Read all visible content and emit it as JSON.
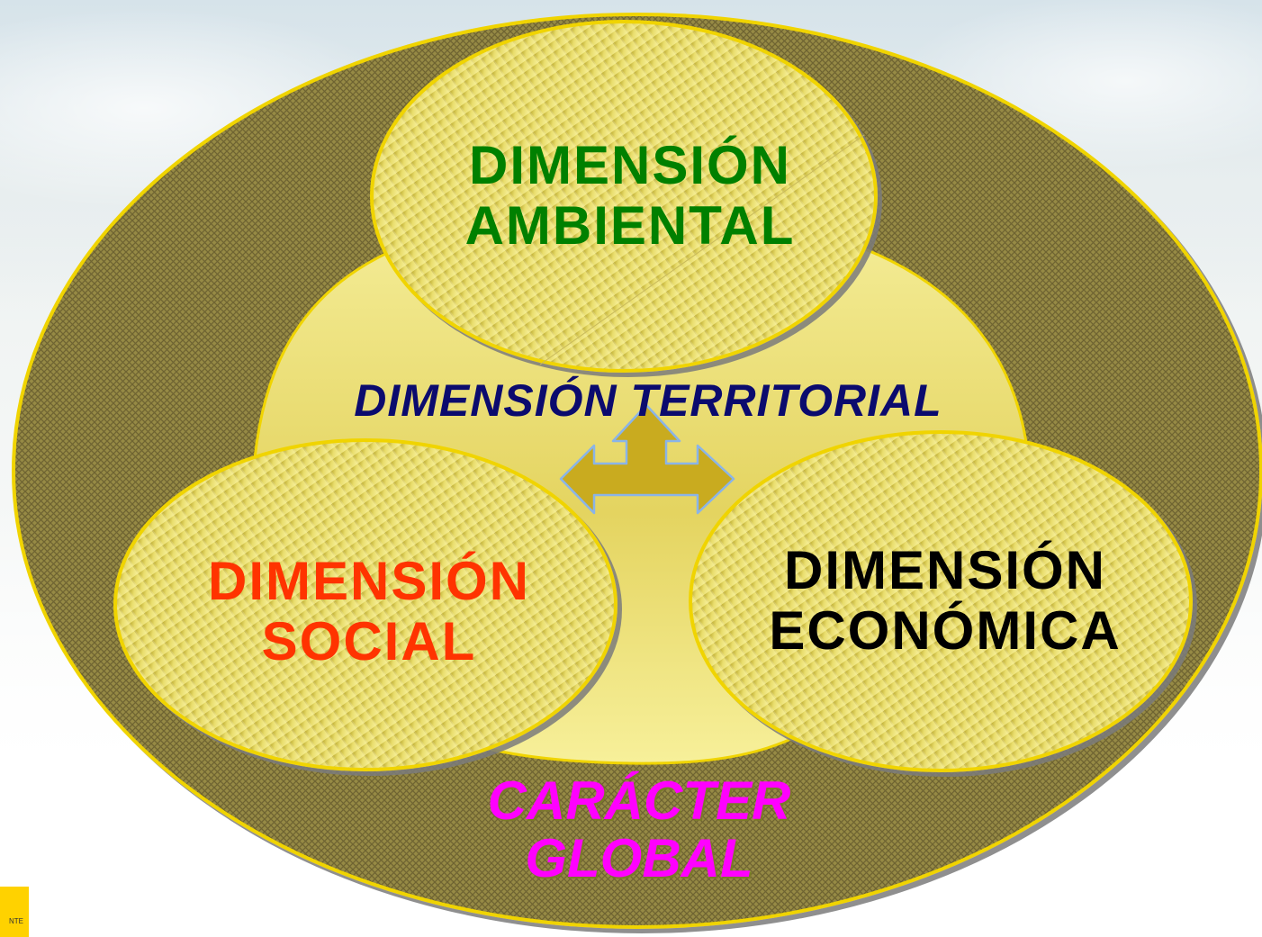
{
  "diagram": {
    "outer": {
      "label_line1": "CARÁCTER",
      "label_line2": "GLOBAL"
    },
    "center": {
      "label": "DIMENSIÓN TERRITORIAL"
    },
    "nodes": {
      "ambiental": {
        "line1": "DIMENSIÓN",
        "line2": "AMBIENTAL"
      },
      "social": {
        "line1": "DIMENSIÓN",
        "line2": "SOCIAL"
      },
      "economica": {
        "line1": "DIMENSIÓN",
        "line2": "ECONÓMICA"
      }
    }
  },
  "logo": {
    "fragment": "NTE"
  },
  "colors": {
    "ambiental_text": "#008000",
    "territorial_text": "#0b0b6e",
    "social_text": "#ff3300",
    "economica_text": "#000000",
    "global_text": "#ff00ff",
    "ellipse_fill": "#e6d95a",
    "outer_fill": "#8f8240",
    "outline": "#f0d400"
  }
}
